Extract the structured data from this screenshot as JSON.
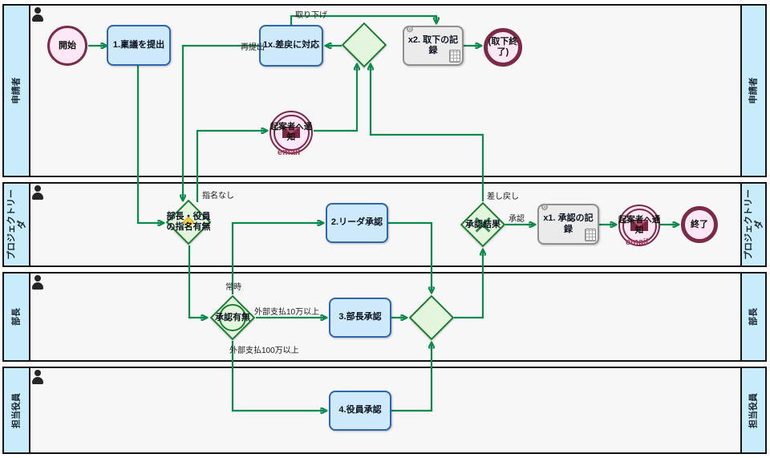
{
  "diagram": {
    "lanes": [
      {
        "label": "申請者"
      },
      {
        "label": "プロジェクトリーダ"
      },
      {
        "label": "部長"
      },
      {
        "label": "担当役員"
      }
    ],
    "nodes": {
      "start": {
        "label": "開始"
      },
      "task_submit": {
        "label": "1.稟議を提出"
      },
      "task_redo": {
        "label": "1x.差戻に対応"
      },
      "task_withdraw_record": {
        "label": "x2. 取下の記録"
      },
      "end_withdraw": {
        "label": "(取下終了)"
      },
      "notify_applicant_1": {
        "label": "起案者へ通知",
        "sub": "email"
      },
      "gw_nomination": {
        "label": "部長・役員の指名有無"
      },
      "task_leader_approval": {
        "label": "2.リーダ承認"
      },
      "gw_approval_result": {
        "label": "承認結果"
      },
      "task_approval_record": {
        "label": "x1. 承認の記録"
      },
      "notify_applicant_2": {
        "label": "起案者へ通知",
        "sub": "email"
      },
      "end_main": {
        "label": "終了"
      },
      "gw_approval_need": {
        "label": "承認有無"
      },
      "task_manager_approval": {
        "label": "3.部長承認"
      },
      "task_executive_approval": {
        "label": "4.役員承認"
      }
    },
    "edge_labels": {
      "withdraw": "取り下げ",
      "resubmit": "再提出",
      "no_nomination": "指名なし",
      "remand": "差し戻し",
      "approve": "承認",
      "always": "常時",
      "external_over_100k": "外部支払10万以上",
      "external_over_1m": "外部支払100万以上"
    },
    "colors": {
      "flow_green": "#0b8a4e",
      "task_fill": "#cde9fa",
      "task_border": "#2f66ad",
      "system_task_fill": "#ebebeb",
      "system_task_border": "#8f8f8f",
      "gateway_fill": "#e3f6dd",
      "gateway_border": "#1e7c36",
      "gateway_marker_yellow": "#f4d23c",
      "event_fill": "#fbe7f6",
      "event_border": "#7b2b48",
      "email_text": "#9c3a5b",
      "lane_header_fill": "#c9ecfb",
      "lane_body_fill": "#f7f7f7"
    }
  }
}
